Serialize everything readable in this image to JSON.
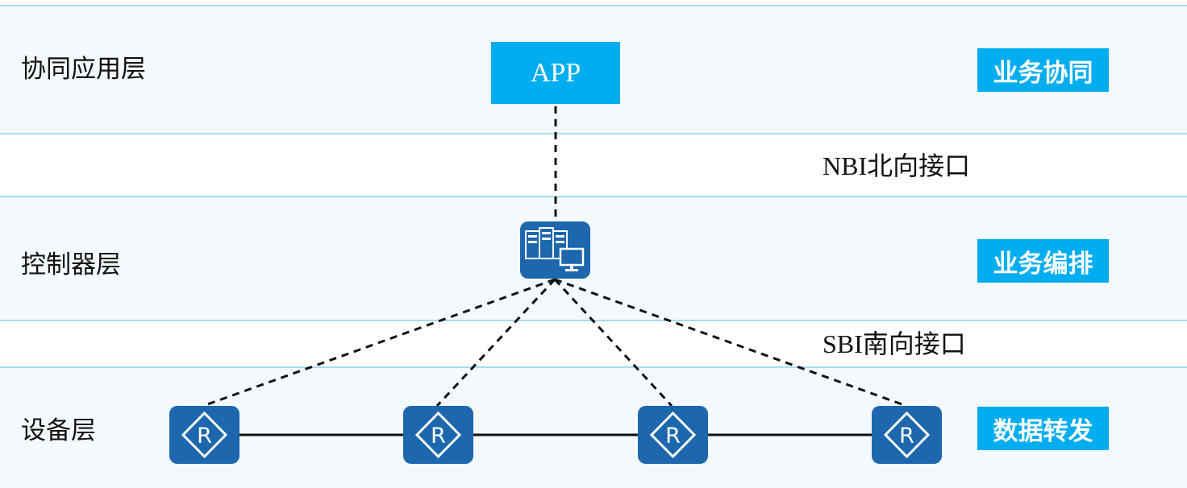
{
  "layers": {
    "app": {
      "label": "协同应用层",
      "tag": "业务协同"
    },
    "controller": {
      "label": "控制器层",
      "tag": "业务编排"
    },
    "device": {
      "label": "设备层",
      "tag": "数据转发"
    }
  },
  "app_box": {
    "label": "APP"
  },
  "interfaces": {
    "north": "NBI北向接口",
    "south": "SBI南向接口"
  },
  "routers": [
    {
      "icon": "router-icon",
      "letter": "R"
    },
    {
      "icon": "router-icon",
      "letter": "R"
    },
    {
      "icon": "router-icon",
      "letter": "R"
    },
    {
      "icon": "router-icon",
      "letter": "R"
    }
  ],
  "controller": {
    "icon": "server-controller-icon"
  },
  "colors": {
    "accent": "#00adef",
    "node": "#1c67ad",
    "band": "#f3f9fc",
    "band_border": "#a9dcef"
  }
}
